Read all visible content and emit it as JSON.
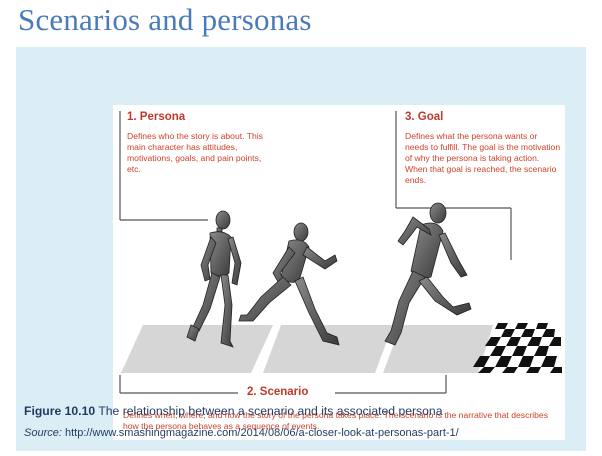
{
  "slide": {
    "title": "Scenarios and personas"
  },
  "figure": {
    "persona": {
      "label": "1. Persona",
      "description": "Defines who the story is about. This main character has attitudes, motivations, goals, and pain points, etc."
    },
    "goal": {
      "label": "3. Goal",
      "description": "Defines what the persona wants or needs to fulfill. The goal is the motivation of why the persona is taking action. When that goal is reached, the scenario ends."
    },
    "scenario": {
      "label": "2. Scenario",
      "description": "Defines when, where, and how the story of the persona takes place. The scenario is the narrative that describes how the persona behaves as a sequence of events."
    },
    "caption": {
      "number": "Figure 10.10",
      "text": "The relationship between a scenario and its associated persona"
    },
    "source": {
      "label": "Source:",
      "url": "http://www.smashingmagazine.com/2014/08/06/a-closer-look-at-personas-part-1/"
    }
  },
  "colors": {
    "title": "#4a7ab8",
    "panel": "#dbeef6",
    "annotation": "#c0392b",
    "caption": "#1f3a5e"
  }
}
